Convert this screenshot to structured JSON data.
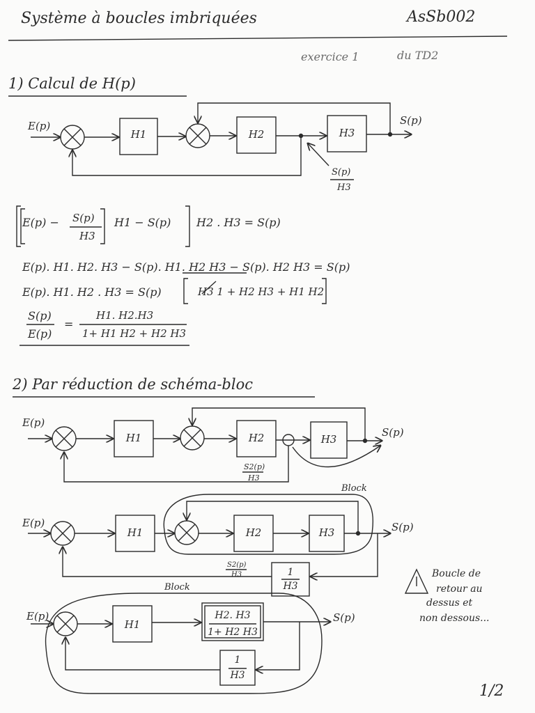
{
  "header": {
    "title": "Système à boucles imbriquées",
    "code": "AsSb002",
    "subtitle_left": "exercice 1",
    "subtitle_right": "du TD2"
  },
  "section1": {
    "title": "1) Calcul de H(p)",
    "input": "E(p)",
    "output": "S(p)",
    "blocks": [
      "H1",
      "H2",
      "H3"
    ],
    "annotation_num": "S(p)",
    "annotation_den": "H3",
    "eq1_left_a": "E(p) −",
    "eq1_frac_num": "S(p)",
    "eq1_frac_den": "H3",
    "eq1_mid": "H1 − S(p)",
    "eq1_right": "H2 . H3 = S(p)",
    "eq2": "E(p). H1. H2. H3 − S(p). H1. H2 H3 − S(p). H2 H3 = S(p)",
    "eq3_left": "E(p). H1. H2 . H3 = S(p)",
    "eq3_bracket": "H3 1 + H2 H3 + H1 H2",
    "result_lhs_num": "S(p)",
    "result_lhs_den": "E(p)",
    "result_eq": "=",
    "result_rhs_num": "H1. H2.H3",
    "result_rhs_den": "1+ H1 H2 + H2 H3"
  },
  "section2": {
    "title": "2) Par réduction de schéma-bloc",
    "input": "E(p)",
    "output": "S(p)",
    "diagram1": {
      "blocks": [
        "H1",
        "H2",
        "H3"
      ],
      "annotation_num": "S2(p)",
      "annotation_den": "H3"
    },
    "diagram2": {
      "blocks": [
        "H1",
        "H2",
        "H3"
      ],
      "block_tag": "Block",
      "feedback_num": "1",
      "feedback_den": "H3",
      "annotation_num": "S2(p)",
      "annotation_den": "H3"
    },
    "warning_lines": [
      "Boucle de",
      "retour au",
      "dessus et",
      "non dessous..."
    ],
    "diagram3": {
      "block_tag": "Block",
      "blocks": [
        "H1"
      ],
      "combined_num": "H2. H3",
      "combined_den": "1+ H2 H3",
      "feedback_num": "1",
      "feedback_den": "H3"
    }
  },
  "page_number": "1/2"
}
